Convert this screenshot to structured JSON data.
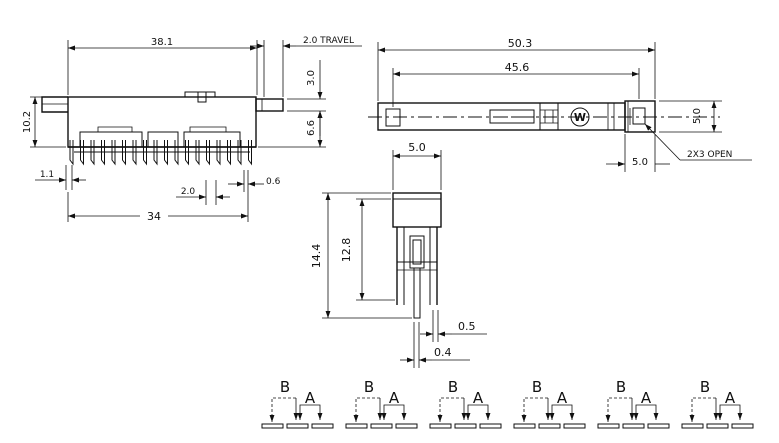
{
  "front_view": {
    "width_label": "38.1",
    "travel_label": "2.0  TRAVEL",
    "height_label": "10.2",
    "knob_height_label": "3.0",
    "body_height_label": "6.6",
    "pin_width_label": "1.1",
    "pitch_label": "2.0",
    "pin_thickness_label": "0.6",
    "pin_span_label": "34"
  },
  "top_view": {
    "overall_length_label": "50.3",
    "hole_pitch_label": "45.6",
    "body_height_label": "5.0",
    "tab_width_label": "5.0",
    "opening_label": "2X3  OPEN",
    "logo_letter": "W"
  },
  "side_view": {
    "width_label": "5.0",
    "total_height_label": "14.4",
    "body_height_label": "12.8",
    "pin_gap_label": "0.5",
    "pin_width_label": "0.4"
  },
  "schematic": {
    "groups": [
      {
        "b": "B",
        "a": "A"
      },
      {
        "b": "B",
        "a": "A"
      },
      {
        "b": "B",
        "a": "A"
      },
      {
        "b": "B",
        "a": "A"
      },
      {
        "b": "B",
        "a": "A"
      },
      {
        "b": "B",
        "a": "A"
      }
    ]
  }
}
